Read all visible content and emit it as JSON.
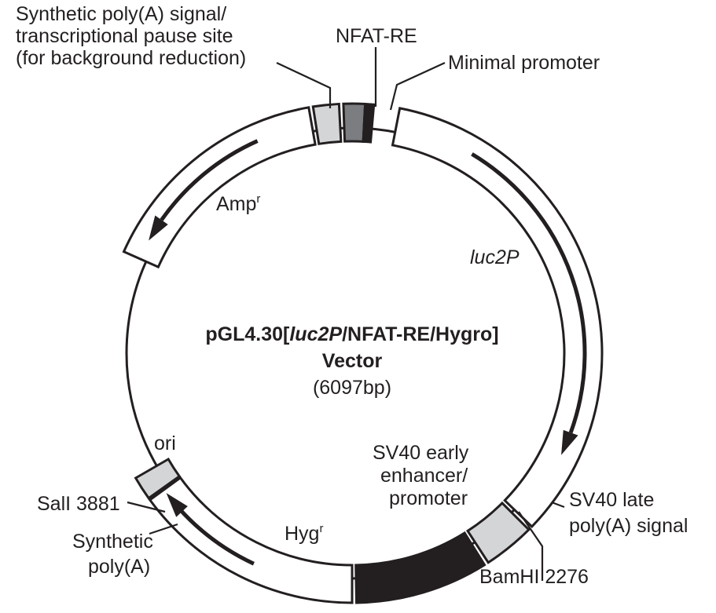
{
  "vector": {
    "name_prefix": "pGL4.30[",
    "name_italic": "luc2P",
    "name_suffix": "/NFAT-RE/Hygro]",
    "line2": "Vector",
    "size": "(6097bp)"
  },
  "labels": {
    "synthetic_pause_1": "Synthetic poly(A) signal/",
    "synthetic_pause_2": "transcriptional pause site",
    "synthetic_pause_3": "(for background reduction)",
    "nfat_re": "NFAT-RE",
    "minimal_promoter": "Minimal promoter",
    "amp_base": "Amp",
    "amp_sup": "r",
    "luc2p": "luc2P",
    "ori": "ori",
    "sv40_enh_1": "SV40 early",
    "sv40_enh_2": "enhancer/",
    "sv40_enh_3": "promoter",
    "sv40_late_1": "SV40 late",
    "sv40_late_2": "poly(A) signal",
    "sali": "SalI 3881",
    "synthetic_polya_1": "Synthetic",
    "synthetic_polya_2": "poly(A)",
    "hyg_base": "Hyg",
    "hyg_sup": "r",
    "bamhi": "BamHI 2276"
  },
  "colors": {
    "outline": "#231f20",
    "light_gray": "#d4d5d7",
    "mid_gray": "#7b7d80",
    "black": "#231f20"
  }
}
